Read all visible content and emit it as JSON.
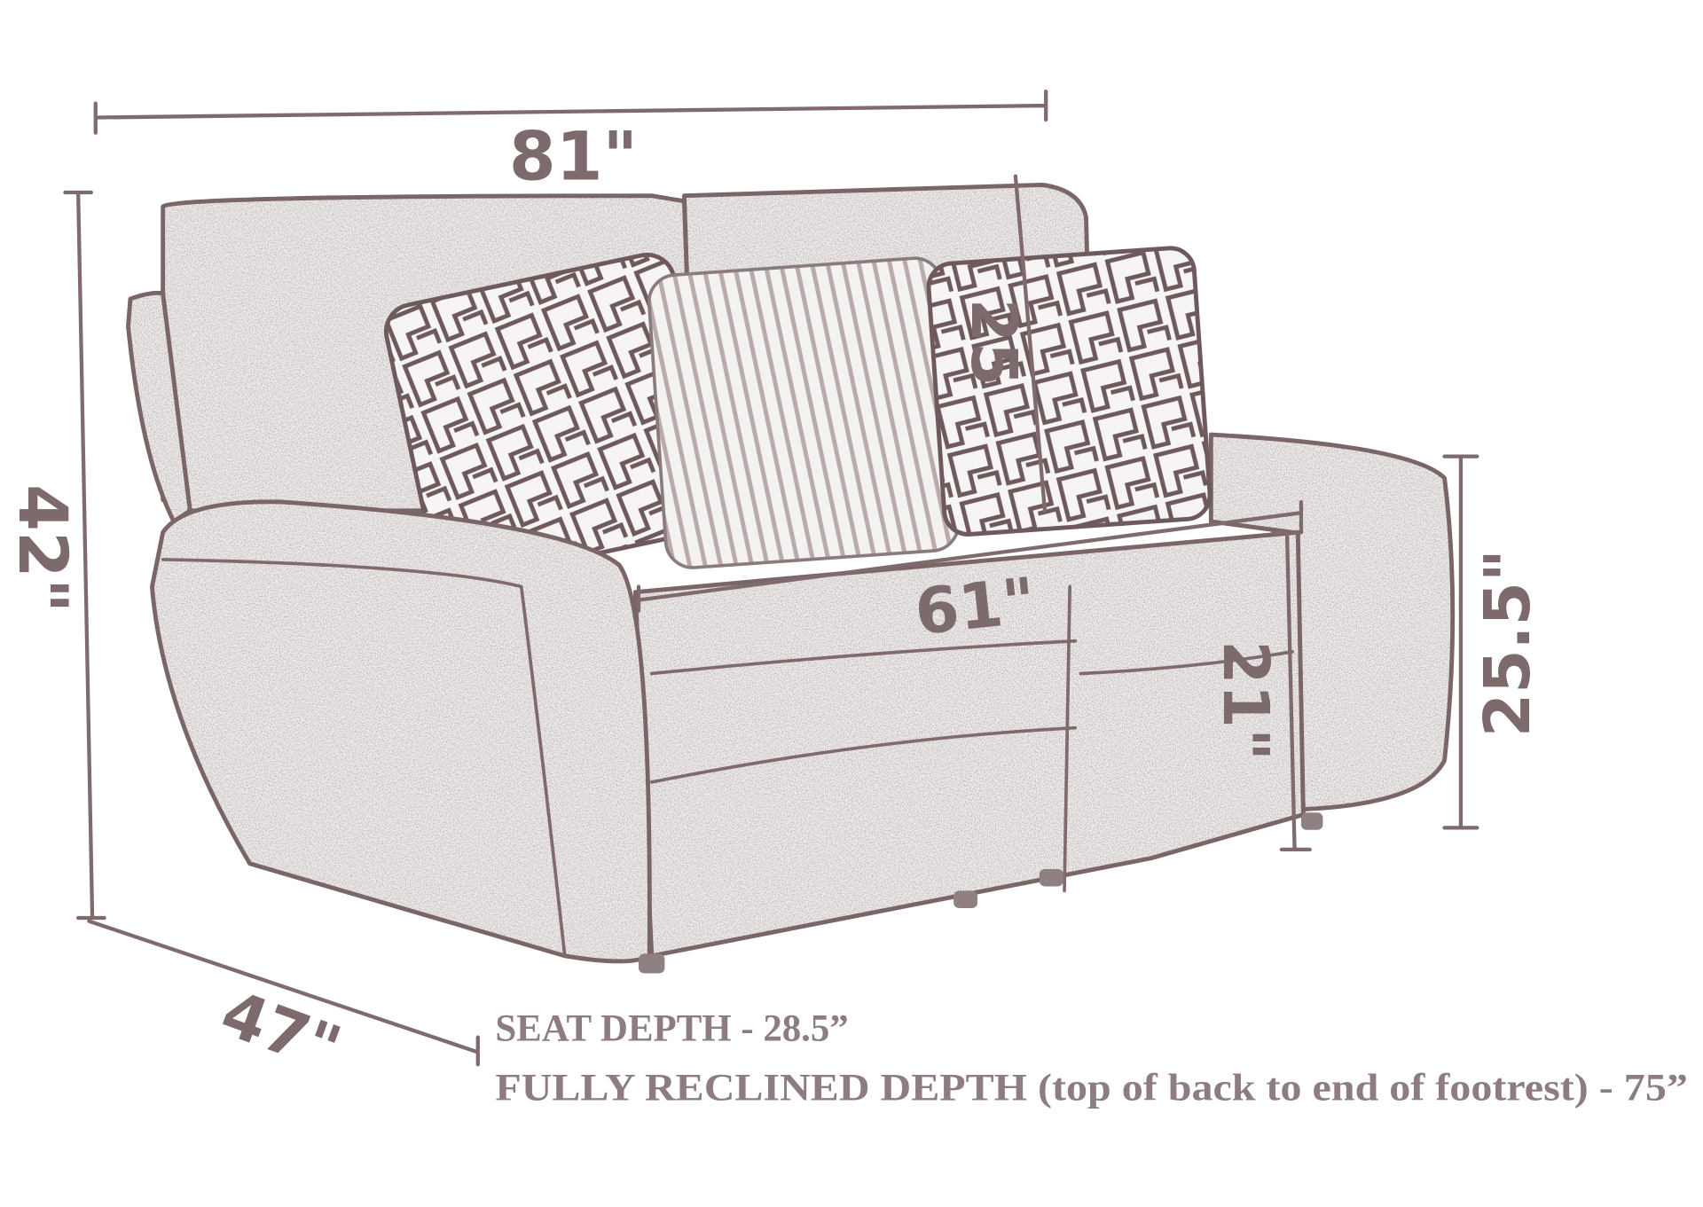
{
  "dimensions": {
    "overall_width": "81\"",
    "overall_height": "42\"",
    "overall_depth": "47\"",
    "back_height": "25",
    "seat_width": "61\"",
    "seat_height": "21\"",
    "arm_height": "25.5\""
  },
  "notes": {
    "seat_depth": "SEAT DEPTH - 28.5”",
    "reclined_depth": "FULLY RECLINED DEPTH (top of back to end of footrest) - 75”"
  },
  "colors": {
    "line": "#7f6b6d",
    "text": "#8d7d80"
  }
}
